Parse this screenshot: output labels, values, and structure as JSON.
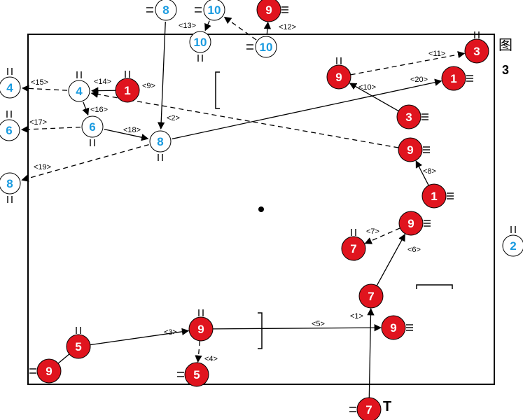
{
  "figure": {
    "label_char": "图",
    "label_num": "3",
    "tee_mark": "T"
  },
  "colors": {
    "red_fill": "#e0141e",
    "blue_text": "#1a9be0",
    "line": "#000000"
  },
  "players": [
    {
      "id": "r9_top",
      "team": "red",
      "num": "9"
    },
    {
      "id": "r3_tr",
      "team": "red",
      "num": "3"
    },
    {
      "id": "r1_tr",
      "team": "red",
      "num": "1"
    },
    {
      "id": "r9_mid_upper",
      "team": "red",
      "num": "9"
    },
    {
      "id": "r3_mid",
      "team": "red",
      "num": "3"
    },
    {
      "id": "r9_right",
      "team": "red",
      "num": "9"
    },
    {
      "id": "r1_right",
      "team": "red",
      "num": "1"
    },
    {
      "id": "r9_right_low",
      "team": "red",
      "num": "9"
    },
    {
      "id": "r7_right",
      "team": "red",
      "num": "7"
    },
    {
      "id": "r7_center",
      "team": "red",
      "num": "7"
    },
    {
      "id": "r9_bottom_right",
      "team": "red",
      "num": "9"
    },
    {
      "id": "r7_bottom",
      "team": "red",
      "num": "7"
    },
    {
      "id": "r1_left",
      "team": "red",
      "num": "1"
    },
    {
      "id": "r5_left",
      "team": "red",
      "num": "5"
    },
    {
      "id": "r9_bottom_left",
      "team": "red",
      "num": "9"
    },
    {
      "id": "r9_bottom_mid",
      "team": "red",
      "num": "9"
    },
    {
      "id": "r5_bottom",
      "team": "red",
      "num": "5"
    },
    {
      "id": "b8_top",
      "team": "blue",
      "num": "8"
    },
    {
      "id": "b10_top",
      "team": "blue",
      "num": "10"
    },
    {
      "id": "b10_mid",
      "team": "blue",
      "num": "10"
    },
    {
      "id": "b10_right",
      "team": "blue",
      "num": "10"
    },
    {
      "id": "b4_out",
      "team": "blue",
      "num": "4"
    },
    {
      "id": "b4_in",
      "team": "blue",
      "num": "4"
    },
    {
      "id": "b6_in",
      "team": "blue",
      "num": "6"
    },
    {
      "id": "b6_out",
      "team": "blue",
      "num": "6"
    },
    {
      "id": "b8_center",
      "team": "blue",
      "num": "8"
    },
    {
      "id": "b8_out",
      "team": "blue",
      "num": "8"
    },
    {
      "id": "b2_out",
      "team": "blue",
      "num": "2"
    }
  ],
  "arrows": [
    {
      "from": "r7_bottom",
      "to": "r7_center",
      "style": "solid",
      "label": "<1>"
    },
    {
      "from": "r9_right",
      "to": "b4_in",
      "style": "dashed",
      "label": "<9>"
    },
    {
      "from": "b8_top",
      "to": "b8_center",
      "style": "solid",
      "label": "<2>"
    },
    {
      "from": "r5_left",
      "to": "r9_bottom_mid",
      "style": "solid",
      "label": "<3>"
    },
    {
      "from": "r9_bottom_mid",
      "to": "r5_bottom",
      "style": "dashed",
      "label": "<4>"
    },
    {
      "from": "r9_bottom_mid",
      "to": "r9_bottom_right",
      "style": "solid",
      "label": "<5>"
    },
    {
      "from": "r7_center",
      "to": "r9_right_low",
      "style": "solid",
      "label": "<6>"
    },
    {
      "from": "r9_right_low",
      "to": "r7_right",
      "style": "dashed",
      "label": "<7>"
    },
    {
      "from": "r1_right",
      "to": "r9_right",
      "style": "solid",
      "label": "<8>"
    },
    {
      "from": "r3_mid",
      "to": "r9_mid_upper",
      "style": "solid",
      "label": "<10>"
    },
    {
      "from": "r9_mid_upper",
      "to": "r3_tr",
      "style": "dashed",
      "label": "<11>"
    },
    {
      "from": "b10_right",
      "to": "r9_top",
      "style": "solid",
      "label": "<12>"
    },
    {
      "from": "b10_top",
      "to": "b10_mid",
      "style": "solid",
      "label": "<13>"
    },
    {
      "from": "r1_left",
      "to": "b4_in",
      "style": "solid",
      "label": "<14>"
    },
    {
      "from": "b4_in",
      "to": "b4_out",
      "style": "dashed",
      "label": "<15>"
    },
    {
      "from": "b4_in",
      "to": "b6_in",
      "style": "solid",
      "label": "<16>"
    },
    {
      "from": "b6_in",
      "to": "b6_out",
      "style": "dashed",
      "label": "<17>"
    },
    {
      "from": "b6_in",
      "to": "b8_center",
      "style": "solid",
      "label": "<18>"
    },
    {
      "from": "b8_center",
      "to": "b8_out",
      "style": "dashed",
      "label": "<19>"
    },
    {
      "from": "b8_center",
      "to": "r1_tr",
      "style": "solid",
      "label": "<20>"
    },
    {
      "from": "b10_right",
      "to": "b10_top",
      "style": "dashed",
      "label": ""
    }
  ]
}
